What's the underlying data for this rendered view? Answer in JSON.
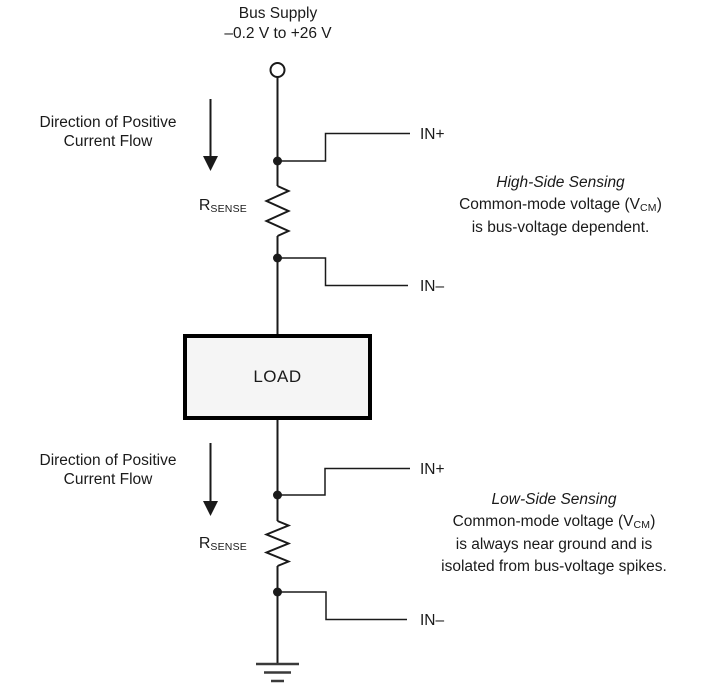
{
  "bus_supply": {
    "line1": "Bus Supply",
    "line2": "–0.2 V to +26 V"
  },
  "direction": {
    "line1": "Direction of Positive",
    "line2": "Current Flow"
  },
  "rsense": {
    "base": "R",
    "sub": "SENSE"
  },
  "load": {
    "label": "LOAD"
  },
  "pins": {
    "in_plus": "IN+",
    "in_minus": "IN–"
  },
  "high_side": {
    "title": "High-Side Sensing",
    "desc1_pre": "Common-mode voltage (V",
    "desc1_sub": "CM",
    "desc1_post": ")",
    "desc2": "is bus-voltage dependent."
  },
  "low_side": {
    "title": "Low-Side Sensing",
    "desc1_pre": "Common-mode voltage (V",
    "desc1_sub": "CM",
    "desc1_post": ")",
    "desc2": "is always near ground and is",
    "desc3": "isolated from bus-voltage spikes."
  },
  "colors": {
    "wire": "#1a1a1a",
    "load_fill": "#f5f5f5",
    "load_border": "#000000",
    "text": "#1a1a1a"
  }
}
